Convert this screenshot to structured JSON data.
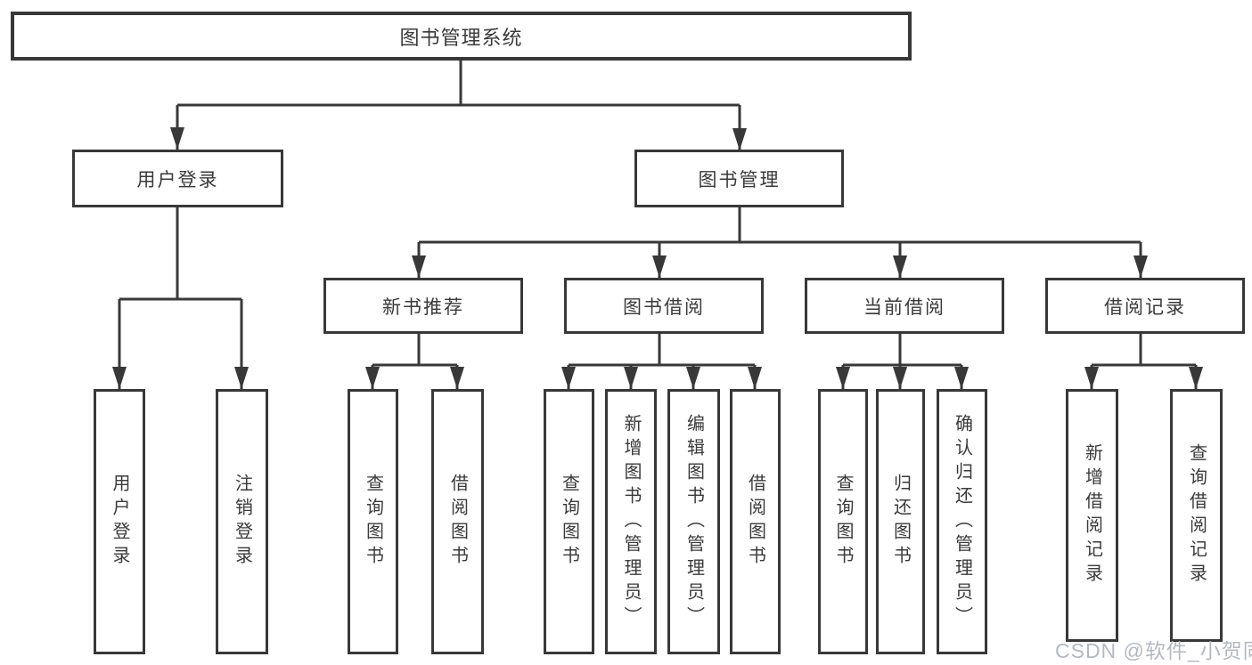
{
  "diagram": {
    "type": "tree",
    "title": "图书管理系统",
    "root": {
      "label": "图书管理系统"
    },
    "branches": [
      {
        "label": "用户登录",
        "children": [
          {
            "label": "用户登录"
          },
          {
            "label": "注销登录"
          }
        ]
      },
      {
        "label": "图书管理",
        "children": [
          {
            "label": "新书推荐",
            "children": [
              {
                "label": "查询图书"
              },
              {
                "label": "借阅图书"
              }
            ]
          },
          {
            "label": "图书借阅",
            "children": [
              {
                "label": "查询图书"
              },
              {
                "label": "新增图书（管理员）"
              },
              {
                "label": "编辑图书（管理员）"
              },
              {
                "label": "借阅图书"
              }
            ]
          },
          {
            "label": "当前借阅",
            "children": [
              {
                "label": "查询图书"
              },
              {
                "label": "归还图书"
              },
              {
                "label": "确认归还（管理员）"
              }
            ]
          },
          {
            "label": "借阅记录",
            "children": [
              {
                "label": "新增借阅记录"
              },
              {
                "label": "查询借阅记录"
              }
            ]
          }
        ]
      }
    ]
  },
  "watermark": {
    "text": "CSDN @软件_小贺同学"
  },
  "colors": {
    "line": "#383838",
    "box_border": "#383838",
    "box_fill": "#ffffff",
    "text": "#3a3a3a",
    "watermark": "#acb1b8",
    "background": "#ffffff"
  }
}
